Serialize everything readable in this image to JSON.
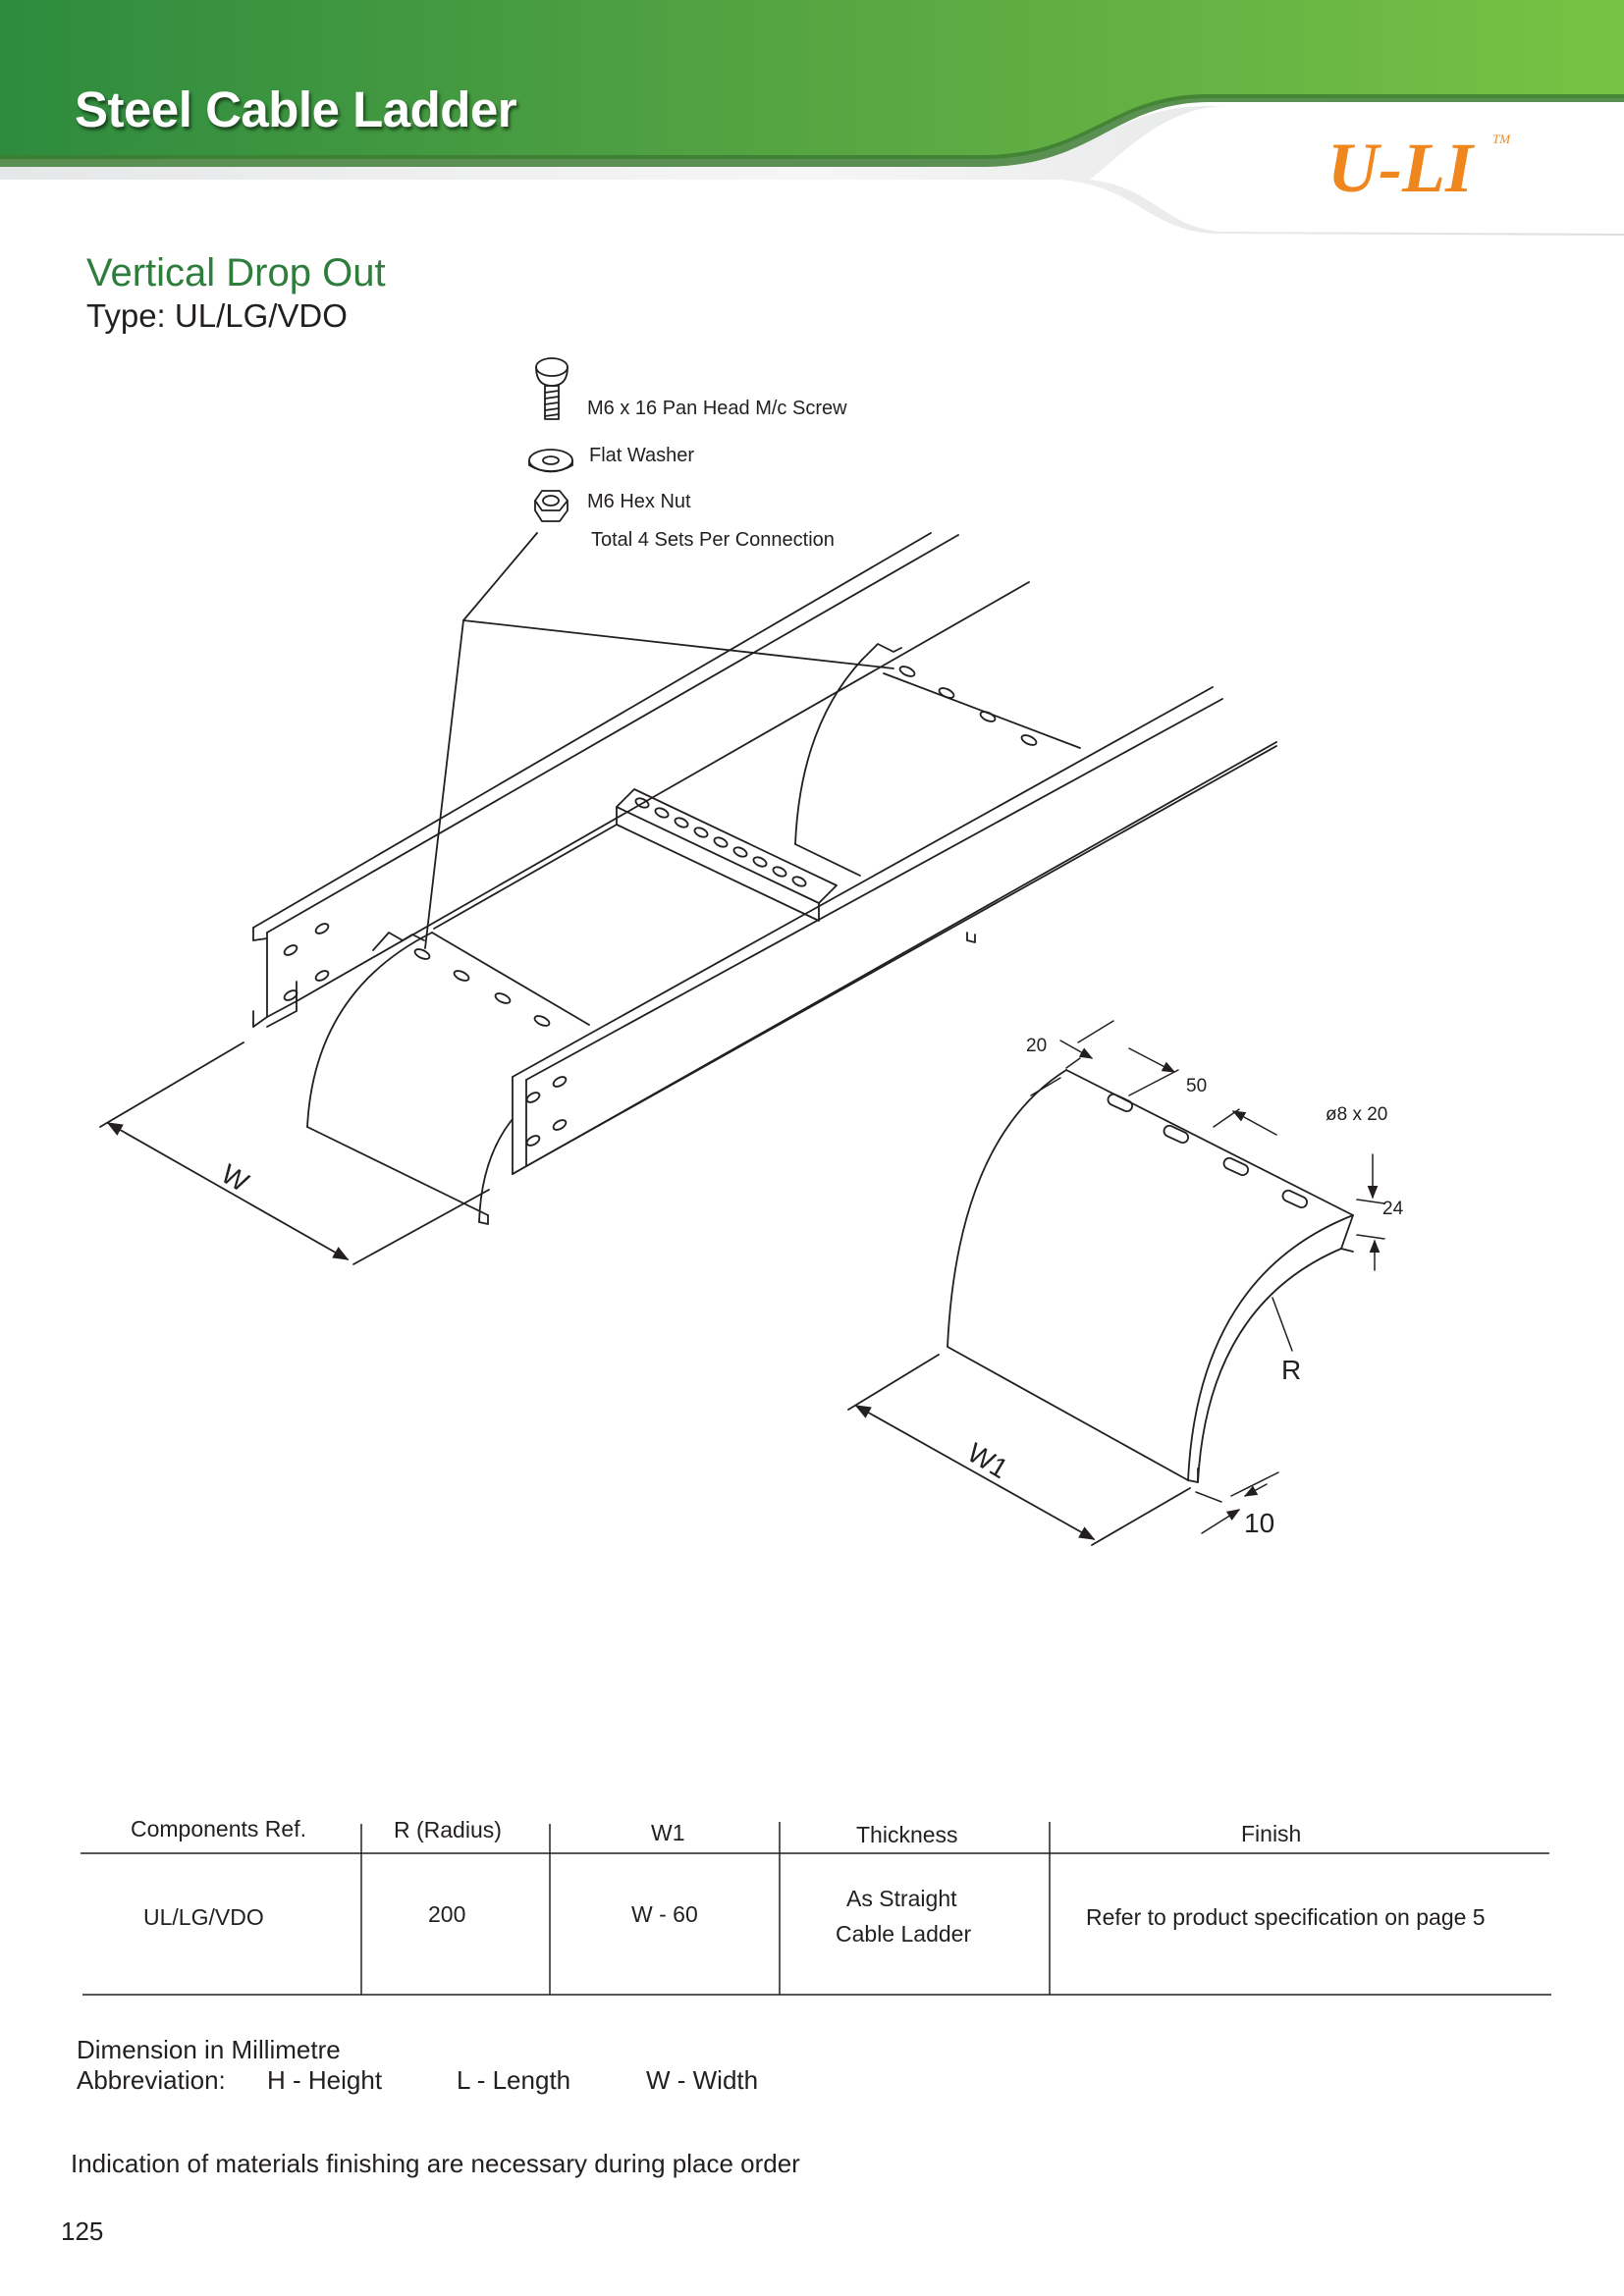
{
  "header": {
    "title": "Steel Cable Ladder",
    "brand": "U-LI",
    "brand_tm": "TM",
    "accent_color": "#4ea83f",
    "brand_color": "#f0861e"
  },
  "section": {
    "title": "Vertical Drop Out",
    "type": "Type: UL/LG/VDO"
  },
  "hardware": {
    "screw": "M6 x 16 Pan Head M/c Screw",
    "washer": "Flat Washer",
    "nut": "M6 Hex Nut",
    "total": "Total 4 Sets Per Connection"
  },
  "dimensions": {
    "w": "W",
    "w1": "W1",
    "d20": "20",
    "d50": "50",
    "slot": "ø8 x 20",
    "d24": "24",
    "r": "R",
    "d10": "10"
  },
  "table": {
    "headers": [
      "Components Ref.",
      "R (Radius)",
      "W1",
      "Thickness",
      "Finish"
    ],
    "row": {
      "ref": "UL/LG/VDO",
      "radius": "200",
      "w1": "W - 60",
      "thickness_line1": "As Straight",
      "thickness_line2": "Cable Ladder",
      "finish": "Refer to product specification on page  5"
    }
  },
  "notes": {
    "dimension": "Dimension in Millimetre",
    "abbr_label": "Abbreviation:",
    "abbr_h": "H - Height",
    "abbr_l": "L - Length",
    "abbr_w": "W - Width",
    "finishing": "Indication of materials finishing are necessary during place order"
  },
  "page_number": "125"
}
